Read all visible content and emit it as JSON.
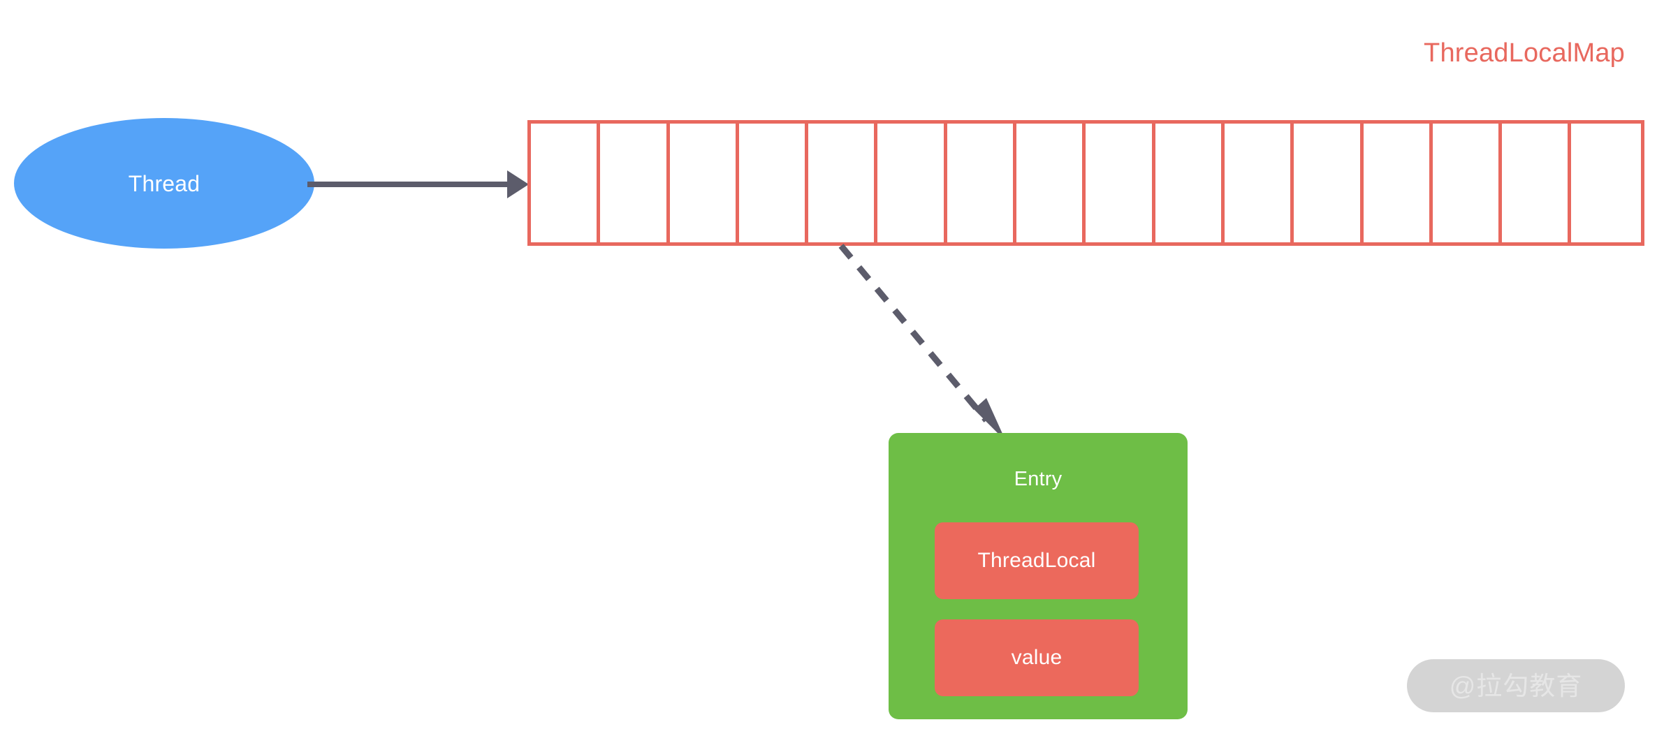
{
  "diagram": {
    "title": "ThreadLocalMap",
    "colors": {
      "background": "#ffffff",
      "salmon": "#e8685e",
      "salmon_fill": "#ec695c",
      "blue": "#55a3f8",
      "green": "#6ebe46",
      "arrow_gray": "#5c5c6b",
      "watermark_pill": "#d4d4d4",
      "watermark_text": "#e6e6e6",
      "text_on_color": "#ffffff"
    }
  },
  "thread_node": {
    "label": "Thread",
    "shape": "ellipse"
  },
  "map_table": {
    "cell_count": 16,
    "cells": [
      "",
      "",
      "",
      "",
      "",
      "",
      "",
      "",
      "",
      "",
      "",
      "",
      "",
      "",
      "",
      ""
    ]
  },
  "arrows": {
    "thread_to_map": {
      "style": "solid",
      "head": "filled-triangle"
    },
    "cell_to_entry": {
      "style": "dashed",
      "head": "filled-triangle"
    }
  },
  "entry_node": {
    "title": "Entry",
    "fields": [
      {
        "label": "ThreadLocal"
      },
      {
        "label": "value"
      }
    ]
  },
  "watermark": {
    "text": "@拉勾教育"
  }
}
